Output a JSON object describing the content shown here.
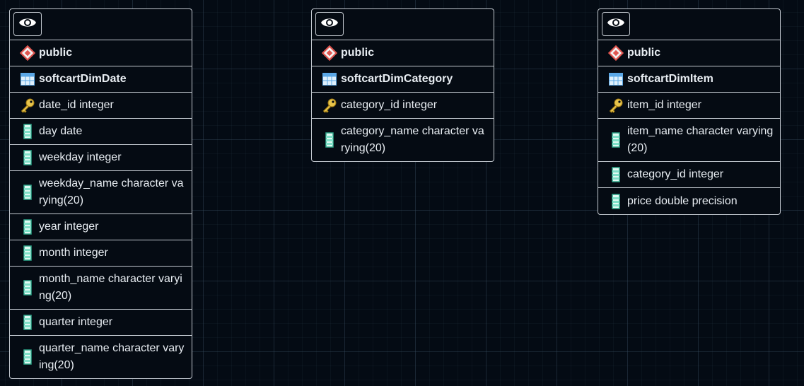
{
  "tables": [
    {
      "schema": "public",
      "name": "softcartDimDate",
      "columns": [
        {
          "label": "date_id integer",
          "key": true
        },
        {
          "label": "day date",
          "key": false
        },
        {
          "label": "weekday integer",
          "key": false
        },
        {
          "label": "weekday_name character varying(20)",
          "key": false
        },
        {
          "label": "year integer",
          "key": false
        },
        {
          "label": "month integer",
          "key": false
        },
        {
          "label": "month_name character varying(20)",
          "key": false
        },
        {
          "label": "quarter integer",
          "key": false
        },
        {
          "label": "quarter_name character varying(20)",
          "key": false
        }
      ]
    },
    {
      "schema": "public",
      "name": "softcartDimCategory",
      "columns": [
        {
          "label": "category_id integer",
          "key": true
        },
        {
          "label": "category_name character varying(20)",
          "key": false
        }
      ]
    },
    {
      "schema": "public",
      "name": "softcartDimItem",
      "columns": [
        {
          "label": "item_id integer",
          "key": true
        },
        {
          "label": "item_name character varying(20)",
          "key": false
        },
        {
          "label": "category_id integer",
          "key": false
        },
        {
          "label": "price double precision",
          "key": false
        }
      ]
    }
  ],
  "icons": {
    "view": "eye-icon",
    "schema": "schema-diamond-icon",
    "table": "table-grid-icon",
    "primary_key": "key-icon",
    "column": "column-icon"
  },
  "colors": {
    "schema_icon": "#e0554f",
    "table_icon": "#5aa7e6",
    "key_icon": "#e8c44a",
    "column_icon": "#7fe0c8"
  }
}
